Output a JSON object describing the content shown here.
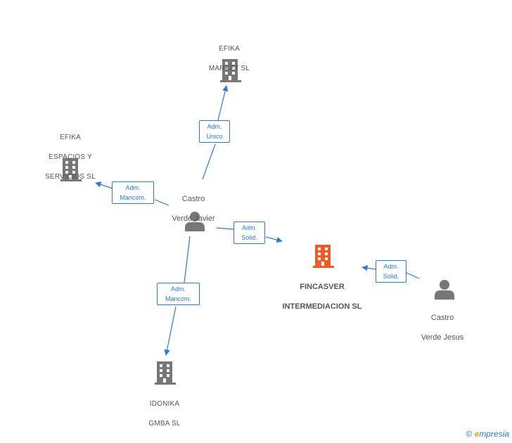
{
  "nodes": {
    "efika_market": {
      "line1": "EFIKA",
      "line2": "MARKET  SL"
    },
    "efika_espacios": {
      "line1": "EFIKA",
      "line2": "ESPACIOS  Y",
      "line3": "SERVICIOS  SL"
    },
    "castro_javier": {
      "line1": "Castro",
      "line2": "Verde Javier"
    },
    "fincasver": {
      "line1": "FINCASVER",
      "line2": "INTERMEDIACION SL"
    },
    "castro_jesus": {
      "line1": "Castro",
      "line2": "Verde Jesus"
    },
    "idonika": {
      "line1": "IDONIKA",
      "line2": "GMBA  SL"
    }
  },
  "edges": {
    "to_market": {
      "line1": "Adm.",
      "line2": "Unico"
    },
    "to_espacios": {
      "line1": "Adm.",
      "line2": "Mancom."
    },
    "javier_to_fincasver": {
      "line1": "Adm.",
      "line2": "Solid."
    },
    "jesus_to_fincasver": {
      "line1": "Adm.",
      "line2": "Solid."
    },
    "to_idonika": {
      "line1": "Adm.",
      "line2": "Mancom."
    }
  },
  "footer": {
    "copyright": "©",
    "brand_first": "e",
    "brand_rest": "mpresia"
  },
  "colors": {
    "edge": "#2b7bd6",
    "company_icon": "#777777",
    "focus_icon": "#f05a28",
    "person_icon": "#777777"
  },
  "icons": {
    "company": "building-icon",
    "person": "person-icon"
  }
}
